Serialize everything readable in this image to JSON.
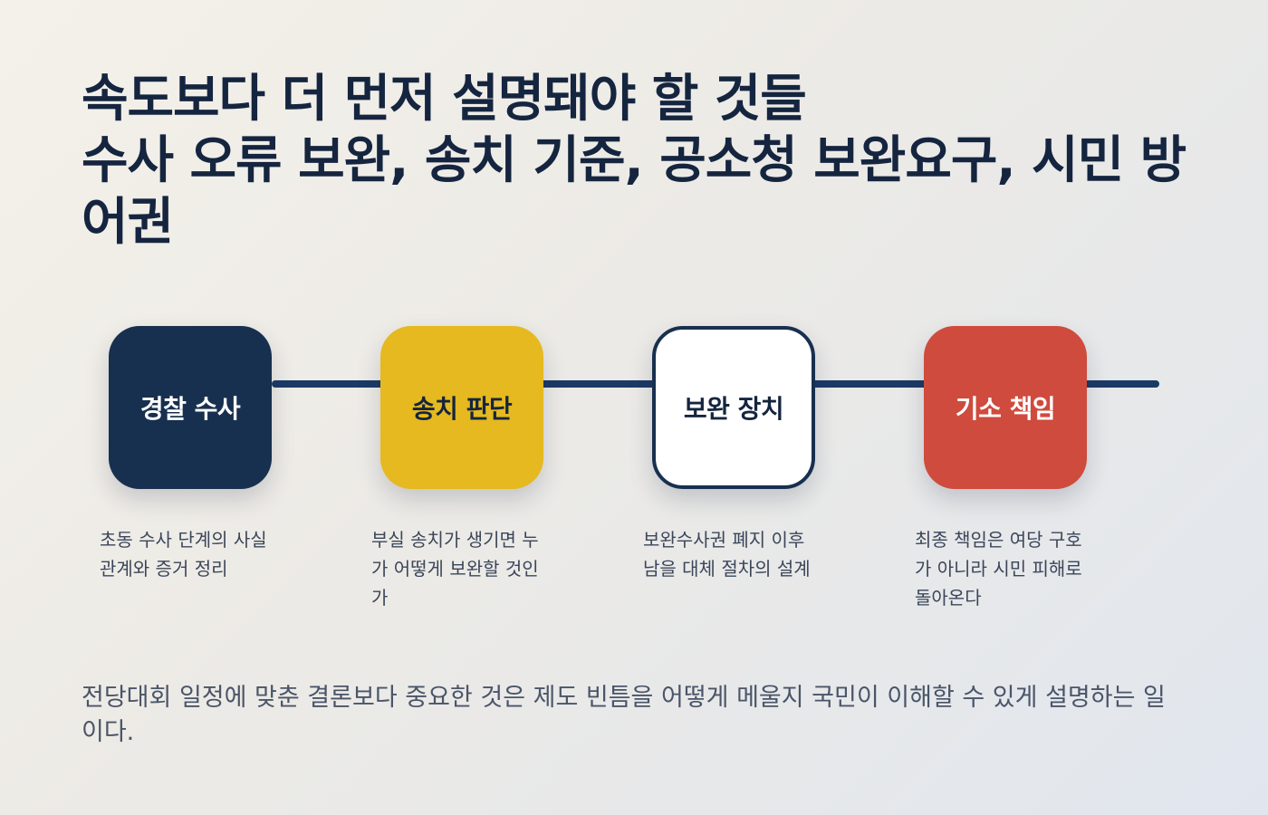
{
  "title": {
    "line1": "속도보다 더 먼저 설명돼야 할 것들",
    "line2": "수사 오류 보완, 송치 기준, 공소청 보완요구, 시민 방어권"
  },
  "steps": [
    {
      "label": "경찰 수사",
      "description": "초동 수사 단계의 사실관계와 증거 정리",
      "color": "#18304f"
    },
    {
      "label": "송치 판단",
      "description": "부실 송치가 생기면 누가 어떻게 보완할 것인가",
      "color": "#e5b91f"
    },
    {
      "label": "보완 장치",
      "description": "보완수사권 폐지 이후 남을 대체 절차의 설계",
      "color": "#ffffff"
    },
    {
      "label": "기소 책임",
      "description": "최종 책임은 여당 구호가 아니라 시민 피해로 돌아온다",
      "color": "#cf4b3d"
    }
  ],
  "footer": "전당대회 일정에 맞춘 결론보다 중요한 것은 제도 빈틈을 어떻게 메울지 국민이 이해할 수 있게 설명하는 일이다.",
  "colors": {
    "line": "#1b3a66",
    "title": "#15253f",
    "body_text": "#3b4659"
  }
}
